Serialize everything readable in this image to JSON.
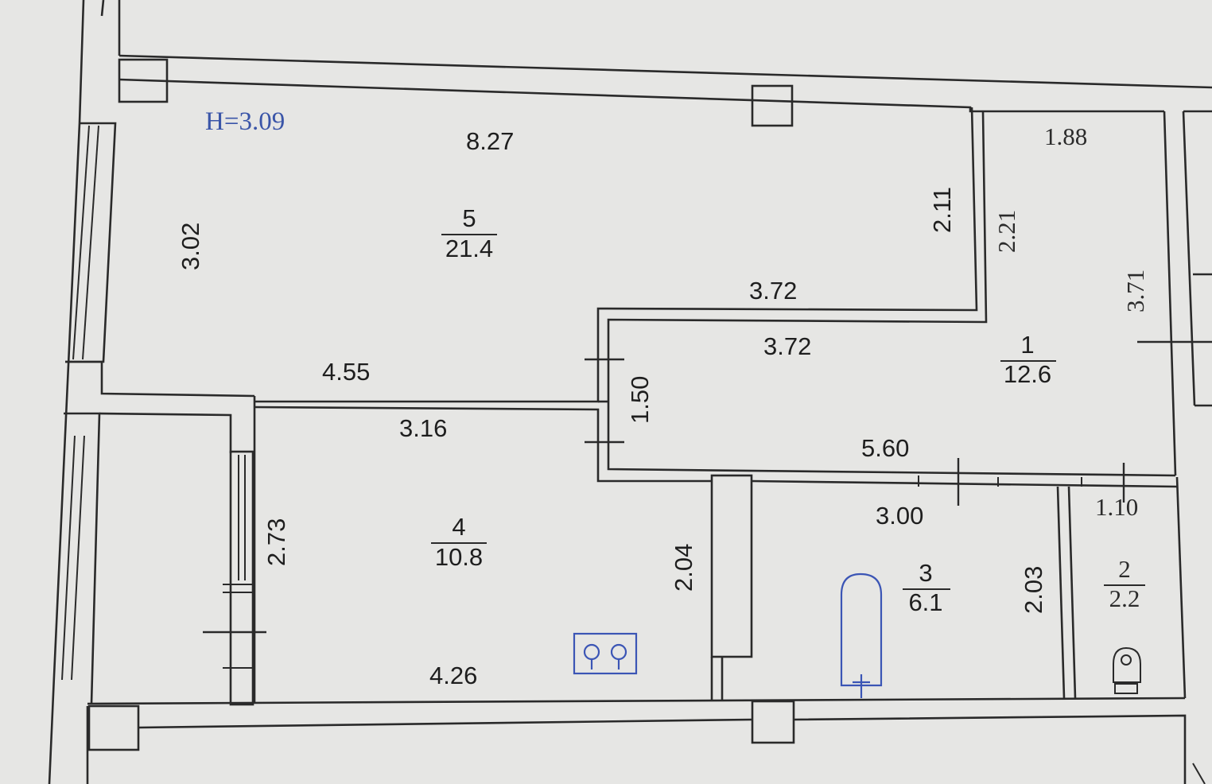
{
  "ceiling_height": "H=3.09",
  "rooms": {
    "r5": {
      "number": "5",
      "area": "21.4"
    },
    "r4": {
      "number": "4",
      "area": "10.8"
    },
    "r1": {
      "number": "1",
      "area": "12.6"
    },
    "r3": {
      "number": "3",
      "area": "6.1"
    },
    "r2": {
      "number": "2",
      "area": "2.2"
    }
  },
  "dimensions": {
    "d827": "8.27",
    "d302": "3.02",
    "d211": "2.11",
    "d221": "2.21",
    "d188": "1.88",
    "d371": "3.71",
    "d372a": "3.72",
    "d372b": "3.72",
    "d455": "4.55",
    "d150": "1.50",
    "d316": "3.16",
    "d560": "5.60",
    "d273": "2.73",
    "d204": "2.04",
    "d426": "4.26",
    "d300": "3.00",
    "d203": "2.03",
    "d110": "1.10"
  },
  "colors": {
    "walls": "#2a2a2a",
    "fixtures": "#3b55b5",
    "paper": "#e6e6e4"
  }
}
